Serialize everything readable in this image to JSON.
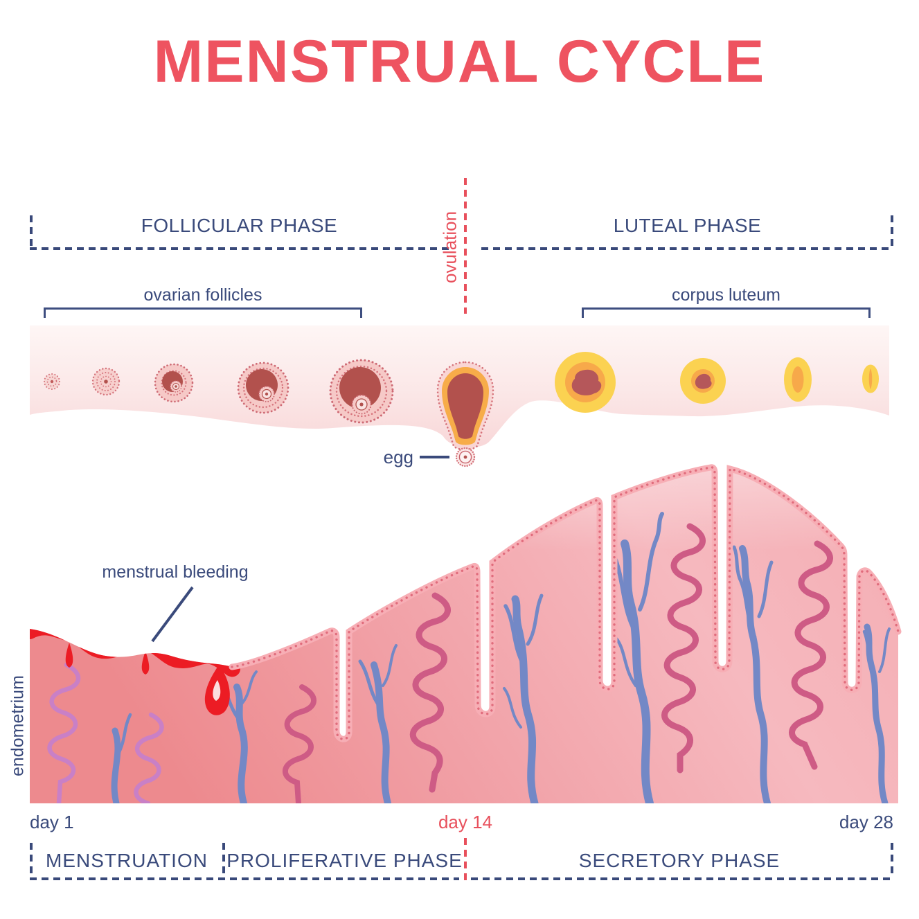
{
  "title": "MENSTRUAL CYCLE",
  "top_phases": {
    "follicular": "FOLLICULAR PHASE",
    "ovulation": "ovulation",
    "luteal": "LUTEAL PHASE"
  },
  "ovary_row": {
    "follicles_label": "ovarian follicles",
    "corpus_luteum_label": "corpus luteum",
    "egg_label": "egg"
  },
  "endometrium_section": {
    "bleeding_label": "menstrual bleeding",
    "axis_label": "endometrium"
  },
  "timeline": {
    "day1": "day 1",
    "day14": "day 14",
    "day28": "day 28"
  },
  "bottom_phases": {
    "menstruation": "MENSTRUATION",
    "proliferative": "PROLIFERATIVE PHASE",
    "secretory": "SECRETORY PHASE"
  },
  "colors": {
    "title_red": "#ee5360",
    "navy_text": "#3a4a7b",
    "accent_red": "#e8505c",
    "blood_red": "#ec1c24",
    "follicle_dark": "#b2514d",
    "follicle_dot_pink": "#d5737b",
    "luteum_yellow": "#fbd251",
    "luteum_orange": "#f7a94a",
    "endometrium_pink": "#f3a8ad",
    "endometrium_border_dot": "#e06c7c",
    "vessel_blue": "#7388c6",
    "gland_magenta": "#ce5b85",
    "gland_purple": "#c980c6"
  }
}
